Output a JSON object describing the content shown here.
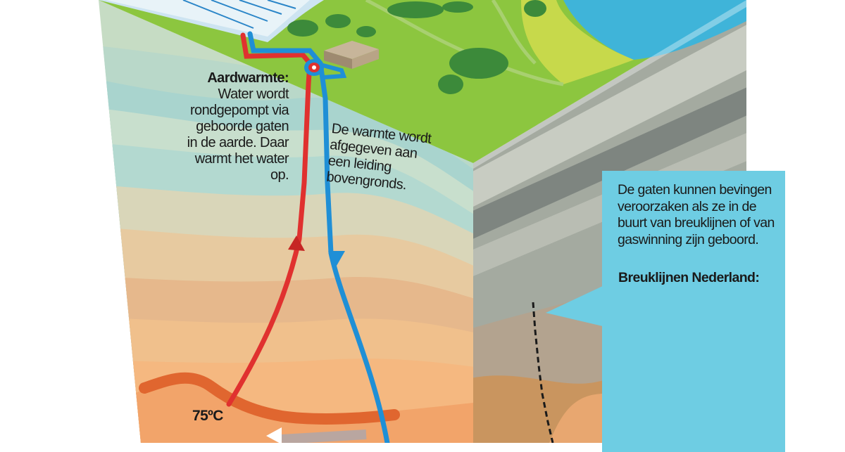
{
  "annotations": {
    "aardwarmte_title": "Aardwarmte:",
    "aardwarmte_body": "Water wordt rondgepompt via geboorde gaten in de aarde. Daar warmt het water op.",
    "heat_release": "De warmte wordt afgegeven aan een leiding bovengronds.",
    "temperature": "75ºC"
  },
  "callout": {
    "text": "De gaten kunnen bevingen veroorzaken als ze in de buurt van breuklijnen of van gaswinning zijn geboord.",
    "map_title": "Breuklijnen Nederland:"
  },
  "colors": {
    "hot_pipe": "#e0312f",
    "cold_pipe": "#1f8fd6",
    "grass": "#8cc63f",
    "sea": "#3fb4d9",
    "callout_bg": "#6ecde3",
    "layer_hot": "#f4a765"
  },
  "icons": [
    "pump-icon",
    "building-icon",
    "solar-panel-icon",
    "tree-icon"
  ]
}
